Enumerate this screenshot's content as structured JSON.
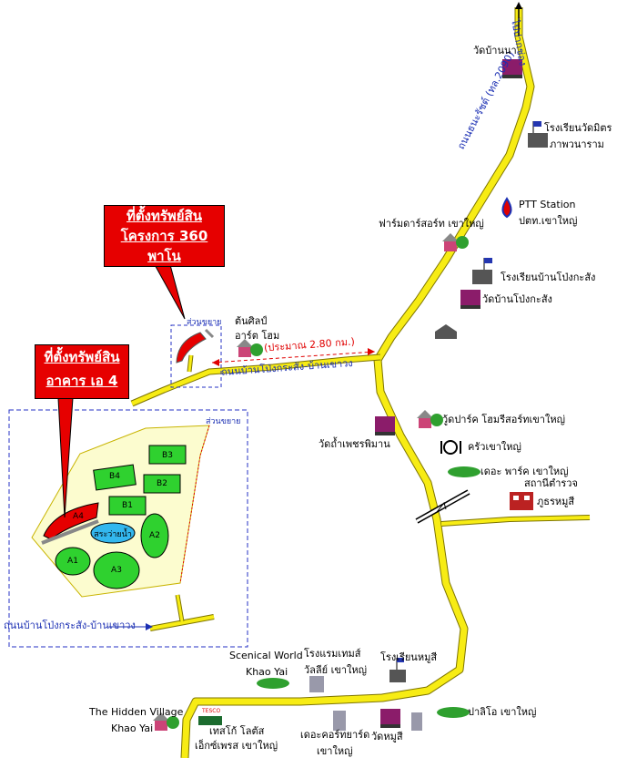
{
  "callouts": {
    "project_site": {
      "line1": "ที่ตั้งทรัพย์สิน",
      "line2": "โครงการ 360",
      "line3": "พาโน"
    },
    "building_site": {
      "line1": "ที่ตั้งทรัพย์สิน",
      "line2": "อาคาร เอ 4"
    }
  },
  "roads": {
    "main_road": "ถนนธนะรัชต์ (ทล.2090)",
    "to_pakchong": "ไปปากช่อง",
    "side_road": "ถนนบ้านโป่งกระสัง-บ้านเขาวง",
    "side_road_bottom": "ถนนบ้านโป่งกระสัง-บ้านเขาวง",
    "distance": "(ประมาณ 2.80 กม.)"
  },
  "expansion": {
    "top": "ส่วนขยาย",
    "main": "ส่วนขยาย"
  },
  "plots": {
    "b3": "B3",
    "b4": "B4",
    "b2": "B2",
    "b1": "B1",
    "a4": "A4",
    "pool": "สระว่ายน้ำ",
    "a2": "A2",
    "a1": "A1",
    "a3": "A3"
  },
  "landmarks": {
    "wat_ban_na": "วัดบ้านนา",
    "school_wat_mit": "โรงเรียนวัดมิตร",
    "school_wat_mit_2": "ภาพวนาราม",
    "ptt_1": "PTT Station",
    "ptt_2": "ปตท.เขาใหญ่",
    "farm_resort": "ฟาร์มดาร์สอร์ท เขาใหญ่",
    "school_pong": "โรงเรียนบ้านโป่งกะสัง",
    "wat_pong": "วัดบ้านโป่งกะสัง",
    "tonsil_1": "ต้นศิลป์",
    "tonsil_2": "อาร์ต โฮม",
    "wat_tham": "วัดถ้ำเพชรพิมาน",
    "village_resort": "วู้ดปาร์ค โฮมรีสอร์ทเขาใหญ่",
    "kitchen": "ครัวเขาใหญ่",
    "park": "เดอะ พาร์ค เขาใหญ่",
    "police_1": "สถานีตำรวจ",
    "police_2": "ภูธรหมูสี",
    "scenical_1": "Scenical World",
    "scenical_2": "Khao Yai",
    "hotel_1": "โรงแรมเทมส์",
    "hotel_2": "วัลลีย์ เขาใหญ่",
    "school_musi": "โรงเรียนหมูสี",
    "hidden_1": "The Hidden Village",
    "hidden_2": "Khao Yai",
    "tesco_1": "เทสโก้ โลตัส",
    "tesco_2": "เอ็กซ์เพรส เขาใหญ่",
    "courtyard_1": "เดอะคอร์ทยาร์ด",
    "courtyard_2": "เขาใหญ่",
    "wat_musi": "วัดหมูสี",
    "palio": "ปาลิโอ เขาใหญ่"
  },
  "colors": {
    "road": "#f7ec14",
    "callout": "#e60000",
    "plot": "#2fd12f",
    "pool": "#33b7ee",
    "site_area": "#fcfccf",
    "boundary": "#2431c4"
  }
}
